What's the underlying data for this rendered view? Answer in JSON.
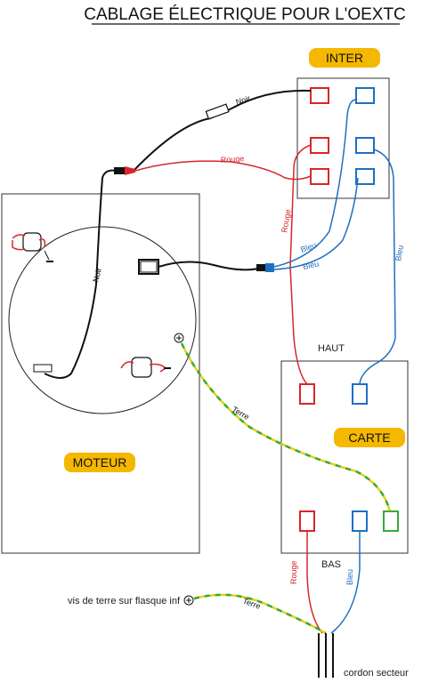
{
  "title": "CABLAGE ÉLECTRIQUE POUR L'OEXTC",
  "badges": {
    "inter": "INTER",
    "carte": "CARTE",
    "moteur": "MOTEUR"
  },
  "labels": {
    "haut": "HAUT",
    "bas": "BAS",
    "vis_terre": "vis de terre sur flasque inf",
    "cordon": "cordon secteur"
  },
  "wire_labels": {
    "noir": "Noir",
    "rouge": "Rouge",
    "bleu": "Bleu",
    "terre": "Terre"
  },
  "colors": {
    "badge": "#f5b800",
    "red": "#d8262b",
    "blue": "#1f6fc1",
    "black": "#111111",
    "ground_yellow": "#e2d21a",
    "ground_green": "#3aa83a",
    "box_border": "#333333"
  },
  "icons": [
    "ground-symbol-icon",
    "connector-red-icon",
    "connector-blue-icon",
    "fuse-icon"
  ]
}
